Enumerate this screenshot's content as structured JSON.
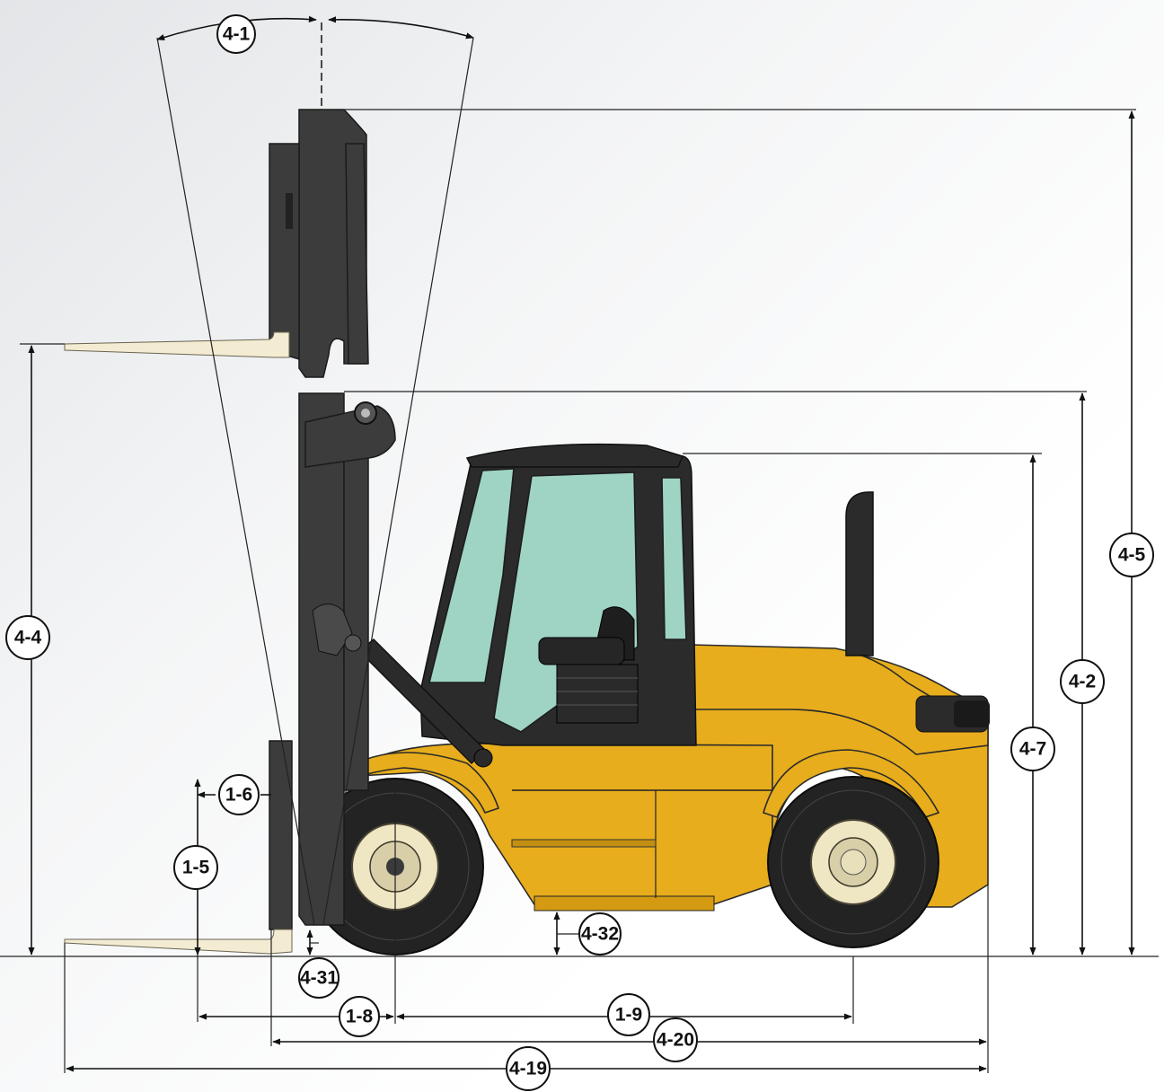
{
  "diagram": {
    "labels": {
      "tilt_angle": "4-1",
      "height_mast_extended": "4-5",
      "height_mast_lowered": "4-2",
      "height_overhead_guard": "4-7",
      "lift_height": "4-4",
      "load_centre": "1-6",
      "load_centre_height": "1-5",
      "ground_clearance_mast": "4-31",
      "ground_clearance_centre": "4-32",
      "load_distance": "1-8",
      "wheelbase": "1-9",
      "length_to_fork_face": "4-20",
      "overall_length": "4-19"
    },
    "colors": {
      "body": "#e7ad1c",
      "glass": "#9fd4c5",
      "mast": "#3c3c3c",
      "forks": "#f3ecd3"
    }
  }
}
